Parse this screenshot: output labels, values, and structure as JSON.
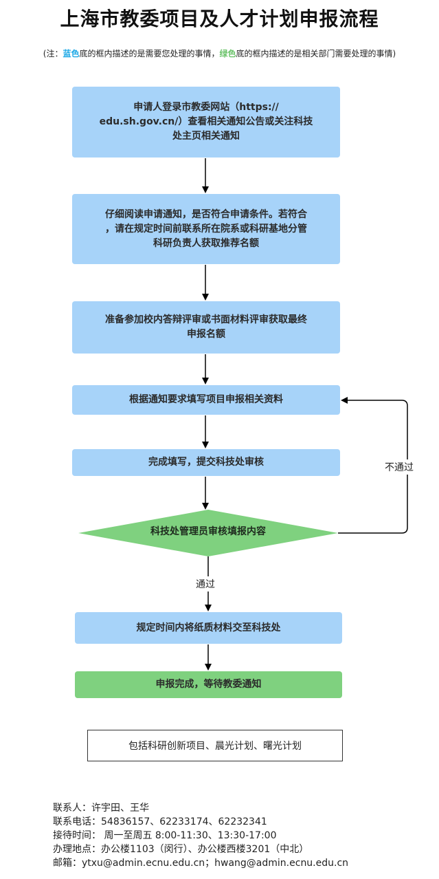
{
  "title": "上海市教委项目及人才计划申报流程",
  "note": {
    "prefix": "(注：",
    "blue_word": "蓝色",
    "middle": "底的框内描述的是需要您处理的事情，",
    "green_word": "绿色",
    "suffix": "底的框内描述的是相关部门需要处理的事情)",
    "blue_color": "#1fa9e6",
    "green_color": "#6cc36b"
  },
  "steps": {
    "s1": "申请人登录市教委网站（https://\nedu.sh.gov.cn/）查看相关通知公告或关注科技\n处主页相关通知",
    "s2": "仔细阅读申请通知，是否符合申请条件。若符合\n，请在规定时间前联系所在院系或科研基地分管\n科研负责人获取推荐名额",
    "s3": "准备参加校内答辩评审或书面材料评审获取最终\n申报名额",
    "s4": "根据通知要求填写项目申报相关资料",
    "s5": "完成填写，提交科技处审核",
    "decision": "科技处管理员审核填报内容",
    "s6": "规定时间内将纸质材料交至科技处",
    "s7": "申报完成，等待教委通知"
  },
  "edge_labels": {
    "fail": "不通过",
    "pass": "通过"
  },
  "scope_box": "包括科研创新项目、晨光计划、曙光计划",
  "contact": {
    "person": "联系人：许宇田、王华",
    "phone": "联系电话：54836157、62233174、62232341",
    "hours": "接待时间：  周一至周五 8:00-11:30、13:30-17:00",
    "address": "办理地点：办公楼1103（闵行）、办公楼西楼3201（中北）",
    "email": "邮箱：ytxu@admin.ecnu.edu.cn；hwang@admin.ecnu.edu.cn"
  },
  "colors": {
    "blue_box": "#a7d3f9",
    "green_box": "#7fd17f",
    "diamond": "#7fd17f"
  }
}
